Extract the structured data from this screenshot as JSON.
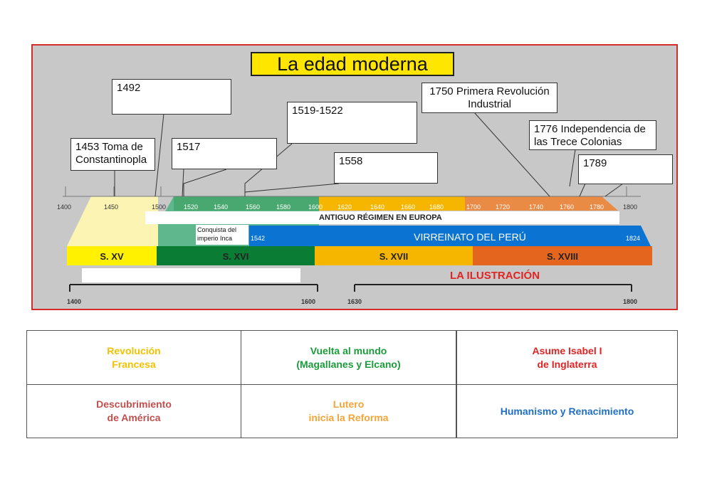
{
  "title": "La edad moderna",
  "callouts": {
    "c1453": "1453 Toma de Constantinopla",
    "c1492": "1492",
    "c1517": "1517",
    "c1519": "1519-1522",
    "c1558": "1558",
    "c1750": "1750 Primera Revolución Industrial",
    "c1776": "1776 Independencia de las Trece Colonias",
    "c1789": "1789"
  },
  "ticks_top": [
    "1400",
    "1450",
    "1500",
    "1520",
    "1540",
    "1560",
    "1580",
    "1600",
    "1620",
    "1640",
    "1660",
    "1680",
    "1700",
    "1720",
    "1740",
    "1760",
    "1780",
    "1800"
  ],
  "bands": {
    "antiguo_regimen": "ANTIGUO   RÉGIMEN   EN   EUROPA",
    "conquista": "Conquista del imperio Inca",
    "virreinato": "VIRREINATO DEL PERÚ",
    "virreinato_start": "1542",
    "virreinato_end": "1824",
    "ilustracion": "LA ILUSTRACIÓN"
  },
  "centuries": [
    "S. XV",
    "S. XVI",
    "S. XVII",
    "S. XVIII"
  ],
  "ticks_bottom": {
    "a_start": "1400",
    "a_end": "1600",
    "b_start": "1630",
    "b_end": "1800"
  },
  "colors": {
    "panel_border": "#d52b2b",
    "title_bg": "#ffe600",
    "s15": "#fff100",
    "s16": "#0b7c33",
    "s17": "#f6b600",
    "s18": "#e4651d",
    "virreinato": "#0b74d3",
    "ilustracion": "#e02424"
  },
  "table": [
    [
      {
        "text": "Revolución\nFrancesa",
        "color": "#f3c100"
      },
      {
        "text": "Vuelta al mundo\n(Magallanes y Elcano)",
        "color": "#1a9c3a"
      },
      {
        "text": "Asume Isabel I\nde Inglaterra",
        "color": "#e02424"
      }
    ],
    [
      {
        "text": "Descubrimiento\nde América",
        "color": "#c0504d"
      },
      {
        "text": "Lutero\ninicia la Reforma",
        "color": "#f3a53a"
      },
      {
        "text": "Humanismo y Renacimiento",
        "color": "#1f6fc6"
      }
    ]
  ]
}
